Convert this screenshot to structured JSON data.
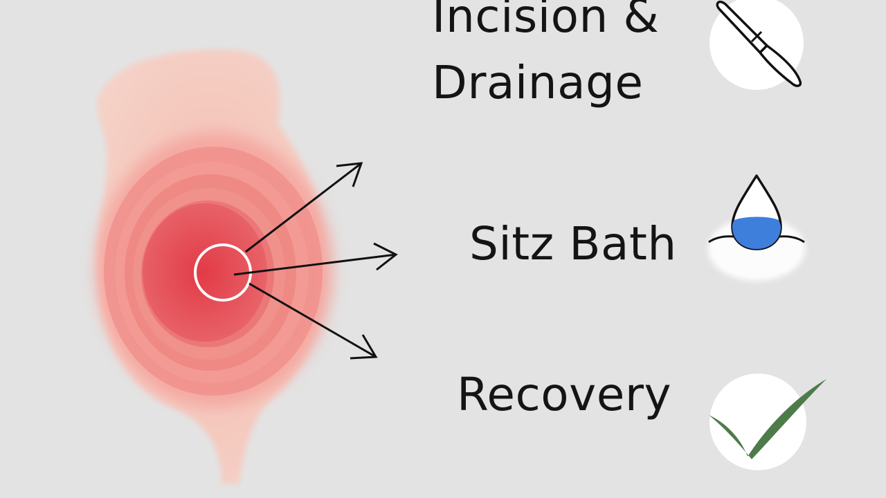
{
  "steps": [
    {
      "label_line1": "Incision &",
      "label_line2": "Drainage",
      "icon": "scalpel-icon"
    },
    {
      "label": "Sitz Bath",
      "icon": "water-drop-icon"
    },
    {
      "label": "Recovery",
      "icon": "checkmark-icon"
    }
  ],
  "colors": {
    "background": "#e3e3e3",
    "skin": "#f6c3b6",
    "inflammation_outer": "#f49a94",
    "inflammation_core": "#e04550",
    "arrow": "#111111",
    "water": "#3f7fdc",
    "check": "#4e7a4a"
  }
}
